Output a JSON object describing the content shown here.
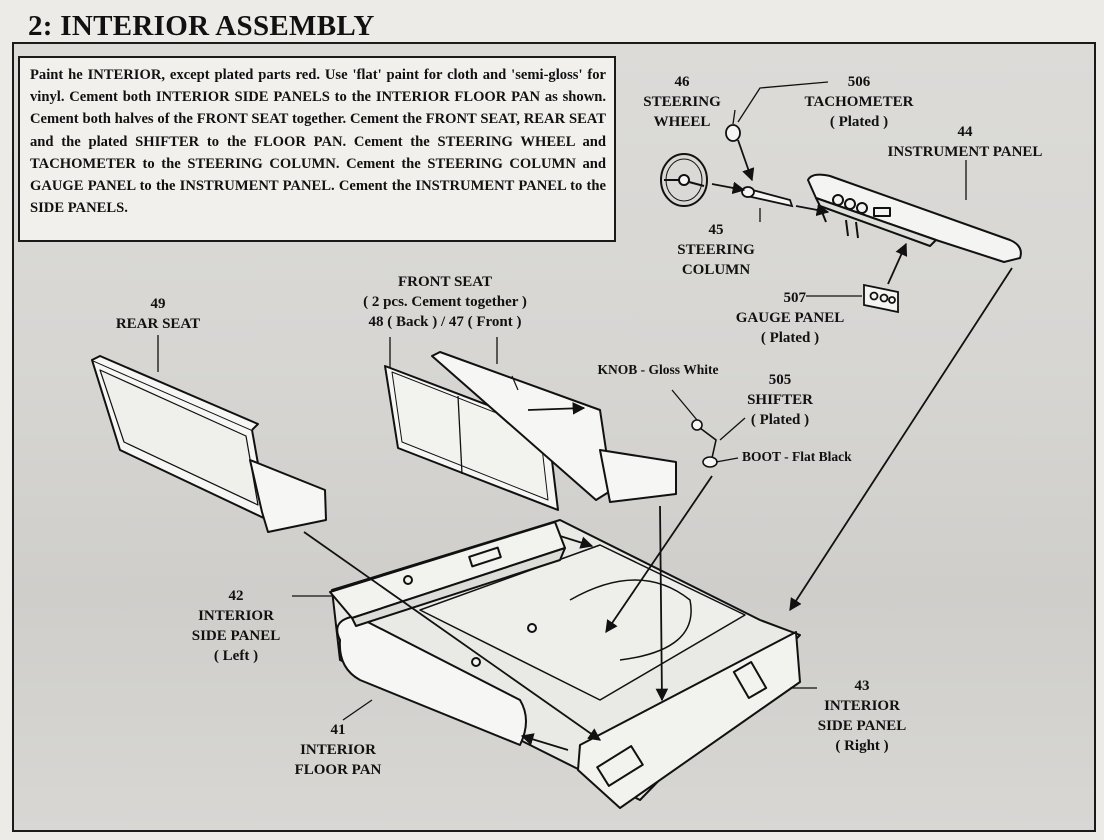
{
  "page": {
    "title": "2: INTERIOR ASSEMBLY",
    "instructions": "Paint he INTERIOR, except plated parts red. Use 'flat' paint for cloth and 'semi-gloss' for vinyl. Cement both INTERIOR SIDE PANELS to the INTERIOR FLOOR PAN as shown. Cement both halves of the FRONT SEAT together. Cement the FRONT SEAT, REAR SEAT and the plated SHIFTER to the FLOOR PAN. Cement the STEERING WHEEL and TACHOMETER to the STEERING COLUMN. Cement the STEERING COLUMN and GAUGE PANEL to the INSTRUMENT PANEL. Cement the INSTRUMENT PANEL to the SIDE PANELS."
  },
  "parts": {
    "steering_wheel": {
      "number": "46",
      "name_line1": "STEERING",
      "name_line2": "WHEEL"
    },
    "tachometer": {
      "number": "506",
      "name": "TACHOMETER",
      "note": "( Plated )"
    },
    "instrument_panel": {
      "number": "44",
      "name": "INSTRUMENT PANEL"
    },
    "steering_column": {
      "number": "45",
      "name_line1": "STEERING",
      "name_line2": "COLUMN"
    },
    "gauge_panel": {
      "number": "507",
      "name": "GAUGE PANEL",
      "note": "( Plated )"
    },
    "rear_seat": {
      "number": "49",
      "name": "REAR SEAT"
    },
    "front_seat": {
      "name": "FRONT SEAT",
      "note": "( 2 pcs. Cement together )",
      "numbers": "48 ( Back ) / 47 ( Front )"
    },
    "knob": {
      "label": "KNOB - Gloss White"
    },
    "shifter": {
      "number": "505",
      "name": "SHIFTER",
      "note": "( Plated )"
    },
    "boot": {
      "label": "BOOT - Flat Black"
    },
    "side_panel_left": {
      "number": "42",
      "name_line1": "INTERIOR",
      "name_line2": "SIDE PANEL",
      "note": "( Left )"
    },
    "side_panel_right": {
      "number": "43",
      "name_line1": "INTERIOR",
      "name_line2": "SIDE PANEL",
      "note": "( Right )"
    },
    "floor_pan": {
      "number": "41",
      "name_line1": "INTERIOR",
      "name_line2": "FLOOR PAN"
    }
  }
}
